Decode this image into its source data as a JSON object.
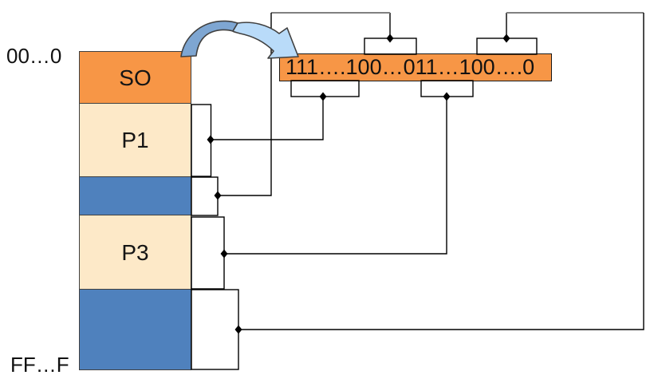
{
  "diagram": {
    "memory": {
      "top_address": "00…0",
      "bottom_address": "FF…F",
      "blocks": [
        {
          "label": "SO",
          "kind": "os-segment",
          "color": "#F79646"
        },
        {
          "label": "P1",
          "kind": "process-segment",
          "color": "#FDE9C8"
        },
        {
          "label": "",
          "kind": "free-segment",
          "color": "#4F81BD"
        },
        {
          "label": "P3",
          "kind": "process-segment",
          "color": "#FDE9C8"
        },
        {
          "label": "",
          "kind": "free-segment",
          "color": "#4F81BD"
        }
      ]
    },
    "bitmap": {
      "value": "111….100…011…100….0",
      "fill": "#F79646"
    },
    "icons": {
      "curved_arrow": "curved-arrow-icon"
    },
    "colors": {
      "connector": "#000000",
      "connector_top": "#808080",
      "block_border": "#404040",
      "arrow_dark": "#7EA6D2",
      "arrow_light": "#B9DBF9"
    }
  }
}
